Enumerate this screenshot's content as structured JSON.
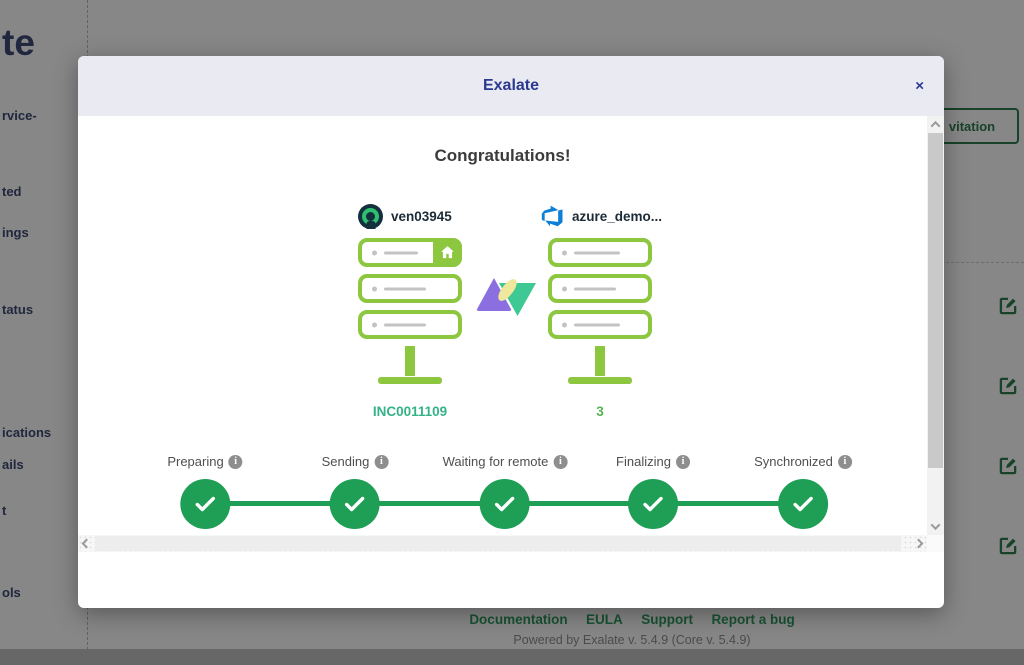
{
  "backdrop": {
    "sidebar": {
      "logo_fragment": "te",
      "items": [
        {
          "label": "rvice-"
        },
        {
          "label": "ted"
        },
        {
          "label": "ings"
        },
        {
          "label": "tatus"
        },
        {
          "label": "ications"
        },
        {
          "label": "ails"
        },
        {
          "label": "t"
        },
        {
          "label": "ols"
        }
      ]
    },
    "invite_button_fragment": "vitation",
    "footer_links": [
      "Documentation",
      "EULA",
      "Support",
      "Report a bug"
    ],
    "powered_by": "Powered by Exalate v. 5.4.9 (Core v. 5.4.9)"
  },
  "modal": {
    "title": "Exalate",
    "close_icon": "×",
    "heading": "Congratulations!",
    "instances": {
      "left": {
        "name": "ven03945",
        "key": "INC0011109"
      },
      "right": {
        "name": "azure_demo...",
        "key": "3"
      }
    },
    "steps": [
      {
        "label": "Preparing"
      },
      {
        "label": "Sending"
      },
      {
        "label": "Waiting for remote"
      },
      {
        "label": "Finalizing"
      },
      {
        "label": "Synchronized"
      }
    ]
  },
  "colors": {
    "rack_green": "#8dc63f",
    "step_green": "#1f9e55",
    "header_bg": "#e9eaf2",
    "title_navy": "#2b3990",
    "key_teal": "#35b387",
    "key_green": "#55b452",
    "action_green": "#2e7d4f",
    "azure_blue": "#0e7fd6"
  }
}
